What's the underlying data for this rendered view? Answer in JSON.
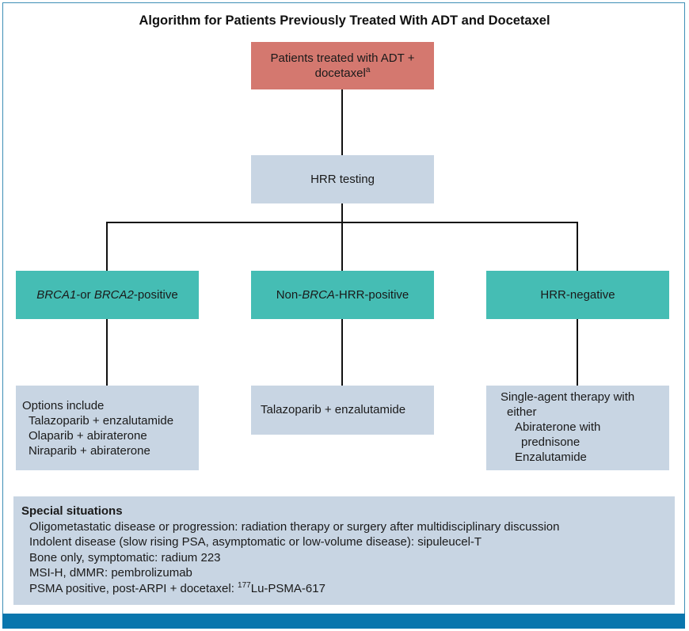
{
  "title": "Algorithm for Patients Previously Treated With ADT and Docetaxel",
  "root": {
    "text": "Patients treated with ADT +",
    "text2": "docetaxel",
    "sup": "a"
  },
  "testing": {
    "text": "HRR testing"
  },
  "branches": [
    {
      "id": "brca",
      "parts": [
        {
          "t": "BRCA1",
          "i": true
        },
        {
          "t": "-or ",
          "i": false
        },
        {
          "t": "BRCA2",
          "i": true
        },
        {
          "t": "-positive",
          "i": false
        }
      ]
    },
    {
      "id": "nonbrca",
      "parts": [
        {
          "t": "Non-",
          "i": false
        },
        {
          "t": "BRCA",
          "i": true
        },
        {
          "t": "-HRR-positive",
          "i": false
        }
      ]
    },
    {
      "id": "neg",
      "parts": [
        {
          "t": "HRR-negative",
          "i": false
        }
      ]
    }
  ],
  "options_brca": {
    "head": "Options include",
    "items": [
      "Talazoparib + enzalutamide",
      "Olaparib + abiraterone",
      "Niraparib + abiraterone"
    ]
  },
  "options_nonbrca": {
    "text": "Talazoparib + enzalutamide"
  },
  "options_neg": {
    "line1": "Single-agent therapy with",
    "line2": "either",
    "item1a": "Abiraterone with",
    "item1b": "prednisone",
    "item2": "Enzalutamide"
  },
  "special": {
    "head": "Special situations",
    "items": [
      "Oligometastatic disease or progression: radiation therapy or surgery after multidisciplinary discussion",
      "Indolent disease (slow rising PSA, asymptomatic or low-volume disease): sipuleucel-T",
      "Bone only, symptomatic: radium 223",
      "MSI-H, dMMR: pembrolizumab"
    ],
    "last": {
      "pre": "PSMA positive, post-ARPI + docetaxel: ",
      "sup": "177",
      "post": "Lu-PSMA-617"
    }
  },
  "colors": {
    "root": "#d4786f",
    "grey": "#c8d5e3",
    "teal": "#45bdb4",
    "bar": "#0a76ad"
  }
}
